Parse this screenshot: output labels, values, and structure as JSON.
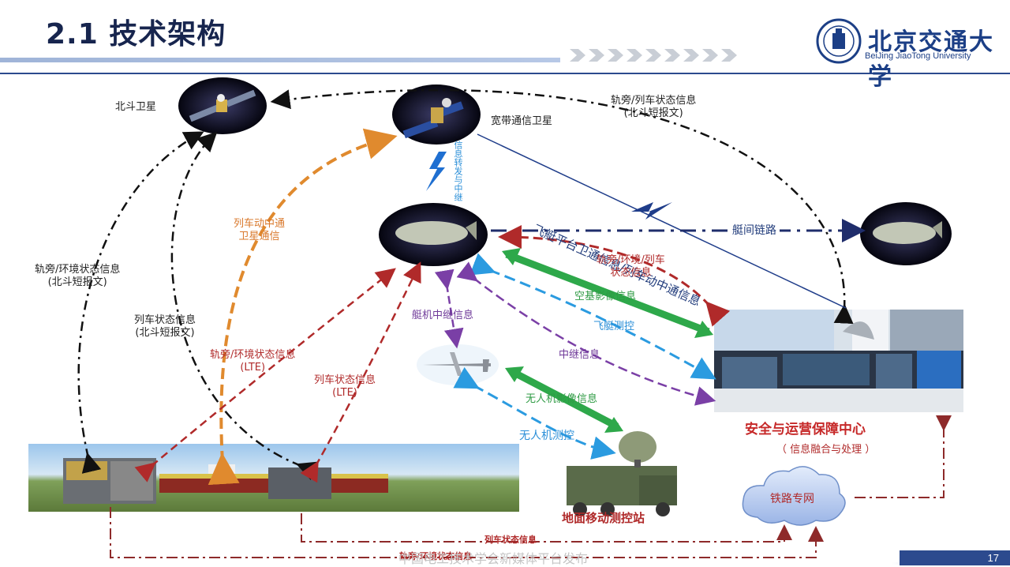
{
  "header": {
    "title": "2.1 技术架构"
  },
  "logo": {
    "name": "北京交通大学",
    "english": "BeiJing JiaoTong University"
  },
  "nodes": {
    "beidou": "北斗卫星",
    "broadband_sat": "宽带通信卫星",
    "center": "安全与运营保障中心",
    "center_sub": "（ 信息融合与处理 ）",
    "railway_net": "铁路专网",
    "ground_station": "地面移动测控站"
  },
  "links": {
    "top_right_1": "轨旁/列车状态信息",
    "top_right_2": "(北斗短报文)",
    "left_1": "轨旁/环境状态信息",
    "left_2": "(北斗短报文)",
    "left_mid_1": "列车状态信息",
    "left_mid_2": "(北斗短报文)",
    "orange_1": "列车动中通",
    "orange_2": "卫星通信",
    "vertical_sat": "信息转发与中继",
    "diag_blue": "飞艇平台卫通信息/列车动中通信息",
    "inter_airship": "艇间链路",
    "red_top_1": "轨旁/环境/列车",
    "red_top_2": "状态信息",
    "space_image": "空基影像信息",
    "airship_ctrl": "飞艇测控",
    "relay_info": "中继信息",
    "airship_relay": "艇机中继信息",
    "lte1_1": "轨旁/环境状态信息",
    "lte1_2": "(LTE)",
    "lte2_1": "列车状态信息",
    "lte2_2": "(LTE)",
    "uav_image": "无人机影像信息",
    "uav_ctrl": "无人机测控",
    "bottom_1": "列车状态信息",
    "bottom_2": "轨旁/环境状态信息"
  },
  "footer": {
    "page": "17",
    "watermark": "中国电工技术学会新媒体平台发布"
  },
  "colors": {
    "black_link": "#111111",
    "orange_link": "#e08a2e",
    "red_link": "#b02a2a",
    "purple_link": "#7a3fa6",
    "cyan_link": "#2b9be0",
    "green_link": "#2ea84a",
    "navy_link": "#1f2d6b",
    "bottom_link": "#8e2a2a"
  }
}
